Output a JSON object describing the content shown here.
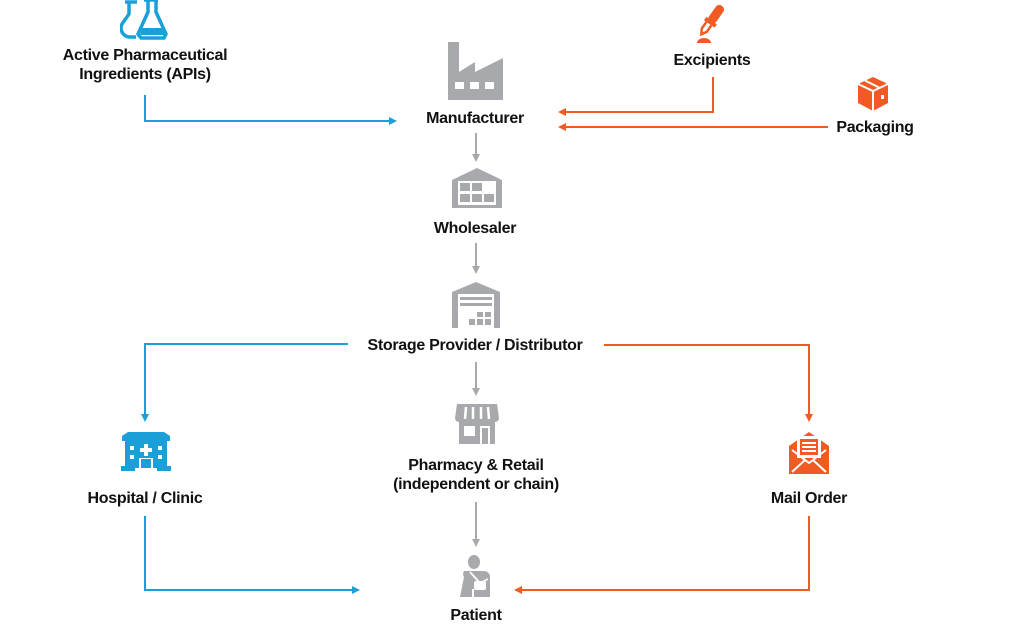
{
  "title": "Pharmaceutical Supply Chain",
  "colors": {
    "blue": "#1a9fd9",
    "orange": "#f15a22",
    "gray": "#a7a9ac",
    "text": "#111111"
  },
  "nodes": {
    "apis": {
      "lines": [
        "Active Pharmaceutical",
        "Ingredients  (APIs)"
      ],
      "icon": "flasks-icon"
    },
    "manufacturer": {
      "lines": [
        "Manufacturer"
      ],
      "icon": "factory-icon"
    },
    "excipients": {
      "lines": [
        "Excipients"
      ],
      "icon": "dropper-icon"
    },
    "packaging": {
      "lines": [
        "Packaging"
      ],
      "icon": "box-icon"
    },
    "wholesaler": {
      "lines": [
        "Wholesaler"
      ],
      "icon": "warehouse-icon"
    },
    "storage": {
      "lines": [
        "Storage Provider / Distributor"
      ],
      "icon": "storage-building-icon"
    },
    "hospital": {
      "lines": [
        "Hospital / Clinic"
      ],
      "icon": "hospital-icon"
    },
    "pharmacy": {
      "lines": [
        "Pharmacy & Retail",
        "(independent or chain)"
      ],
      "icon": "storefront-icon"
    },
    "mail": {
      "lines": [
        "Mail Order"
      ],
      "icon": "envelope-icon"
    },
    "patient": {
      "lines": [
        "Patient"
      ],
      "icon": "patient-icon"
    }
  },
  "flows": [
    {
      "from": "apis",
      "to": "manufacturer",
      "color": "blue"
    },
    {
      "from": "excipients",
      "to": "manufacturer",
      "color": "orange"
    },
    {
      "from": "packaging",
      "to": "manufacturer",
      "color": "orange"
    },
    {
      "from": "manufacturer",
      "to": "wholesaler",
      "color": "gray"
    },
    {
      "from": "wholesaler",
      "to": "storage",
      "color": "gray"
    },
    {
      "from": "storage",
      "to": "hospital",
      "color": "blue"
    },
    {
      "from": "storage",
      "to": "pharmacy",
      "color": "gray"
    },
    {
      "from": "storage",
      "to": "mail",
      "color": "orange"
    },
    {
      "from": "hospital",
      "to": "patient",
      "color": "blue"
    },
    {
      "from": "pharmacy",
      "to": "patient",
      "color": "gray"
    },
    {
      "from": "mail",
      "to": "patient",
      "color": "orange"
    }
  ]
}
